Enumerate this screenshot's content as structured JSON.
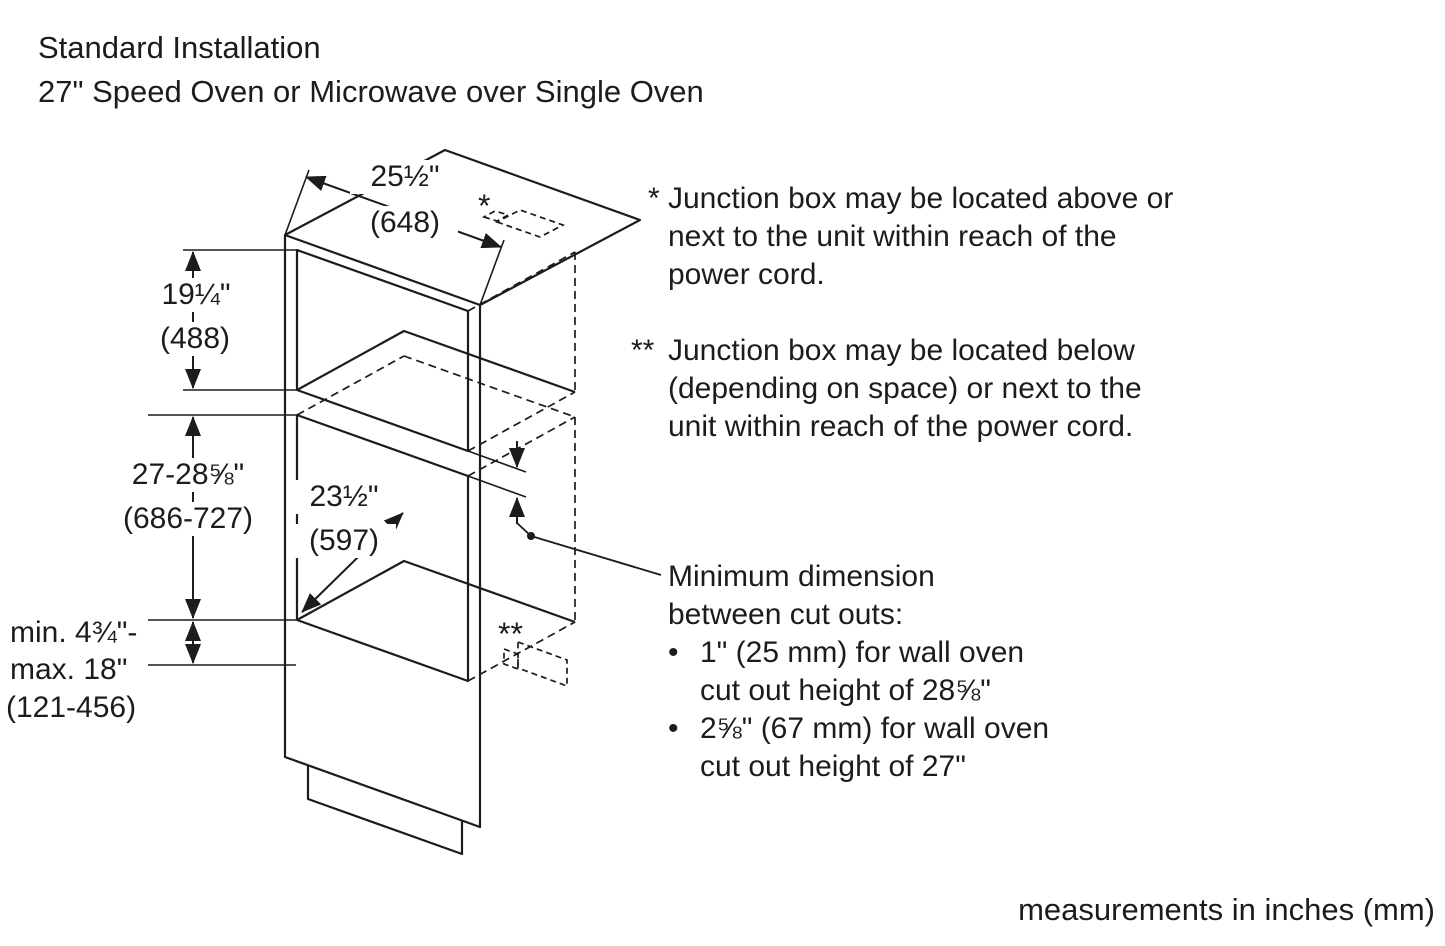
{
  "title": {
    "line1": "Standard Installation",
    "line2": "27\" Speed Oven or Microwave over Single Oven"
  },
  "footer": "measurements in inches (mm)",
  "diagram_labels": {
    "width_in": "25½\"",
    "width_mm": "(648)",
    "upper_in": "19¼\"",
    "upper_mm": "(488)",
    "lower_in": "27-28⅝\"",
    "lower_mm": "(686-727)",
    "inner_in": "23½\"",
    "inner_mm": "(597)",
    "bottom_min": "min. 4¾\"-",
    "bottom_max": "max. 18\"",
    "bottom_mm": "(121-456)",
    "star": "*",
    "double_star": "**"
  },
  "notes": {
    "star": {
      "marker": "*",
      "lines": [
        "Junction box may be located above or",
        "next to the unit within reach of the",
        "power cord."
      ]
    },
    "double_star": {
      "marker": "**",
      "lines": [
        "Junction box may be located below",
        "(depending on space) or next to the",
        "unit within reach of the power cord."
      ]
    },
    "min_dim": {
      "line1": "Minimum dimension",
      "line2": "between cut outs:",
      "bullet": "•",
      "bullets": [
        {
          "line1": "1\" (25 mm) for wall oven",
          "line2": "cut out height of 28⅝\""
        },
        {
          "line1": "2⅝\" (67 mm) for wall oven",
          "line2": "cut out height of 27\""
        }
      ]
    }
  }
}
